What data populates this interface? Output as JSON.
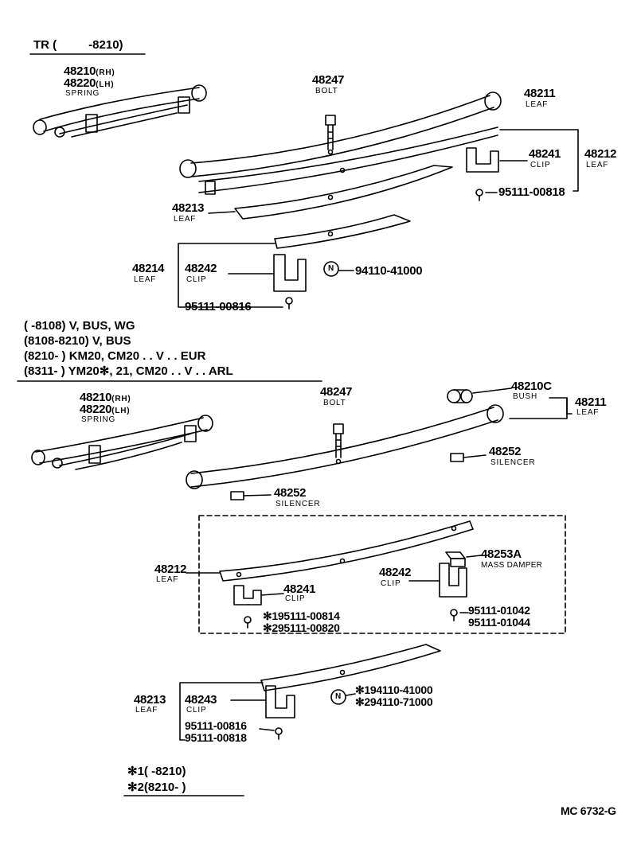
{
  "section1": {
    "header_prefix": "TR (",
    "header_suffix": "-8210)",
    "spring": {
      "pn_rh": "48210",
      "rh": "(RH)",
      "pn_lh": "48220",
      "lh": "(LH)",
      "name": "SPRING"
    },
    "bolt": {
      "pn": "48247",
      "name": "BOLT"
    },
    "leaf1": {
      "pn": "48211",
      "name": "LEAF"
    },
    "clip1": {
      "pn": "48241",
      "name": "CLIP"
    },
    "leaf2": {
      "pn": "48212",
      "name": "LEAF"
    },
    "screw1": {
      "pn": "95111-00818"
    },
    "leaf3": {
      "pn": "48213",
      "name": "LEAF"
    },
    "leaf4": {
      "pn": "48214",
      "name": "LEAF"
    },
    "clip2": {
      "pn": "48242",
      "name": "CLIP"
    },
    "nut": {
      "symbol": "N",
      "pn": "94110-41000"
    },
    "screw2": {
      "pn": "95111-00816"
    }
  },
  "applicability": [
    "(      -8108) V, BUS, WG",
    "(8108-8210) V, BUS",
    "(8210-       ) KM20, CM20 . . V . . EUR",
    "(8311-       ) YM20✻, 21, CM20 . . V . . ARL"
  ],
  "section2": {
    "spring": {
      "pn_rh": "48210",
      "rh": "(RH)",
      "pn_lh": "48220",
      "lh": "(LH)",
      "name": "SPRING"
    },
    "bolt": {
      "pn": "48247",
      "name": "BOLT"
    },
    "bush": {
      "pn": "48210C",
      "name": "BUSH"
    },
    "leaf1": {
      "pn": "48211",
      "name": "LEAF"
    },
    "silencer_a": {
      "pn": "48252",
      "name": "SILENCER"
    },
    "silencer_b": {
      "pn": "48252",
      "name": "SILENCER"
    },
    "leaf2": {
      "pn": "48212",
      "name": "LEAF"
    },
    "damper": {
      "pn": "48253A",
      "name": "MASS DAMPER"
    },
    "clip_a": {
      "pn": "48242",
      "name": "CLIP"
    },
    "clip_b": {
      "pn": "48241",
      "name": "CLIP"
    },
    "screw_a1": "✻195111-00814",
    "screw_a2": "✻295111-00820",
    "screw_b1": "95111-01042",
    "screw_b2": "95111-01044",
    "leaf3": {
      "pn": "48213",
      "name": "LEAF"
    },
    "clip_c": {
      "pn": "48243",
      "name": "CLIP"
    },
    "nut": {
      "symbol": "N",
      "pn1": "✻194110-41000",
      "pn2": "✻294110-71000"
    },
    "screw_c1": "95111-00816",
    "screw_c2": "95111-00818"
  },
  "footnotes": {
    "n1": "✻1(       -8210)",
    "n2": "✻2(8210-         )"
  },
  "code": "MC 6732-G"
}
